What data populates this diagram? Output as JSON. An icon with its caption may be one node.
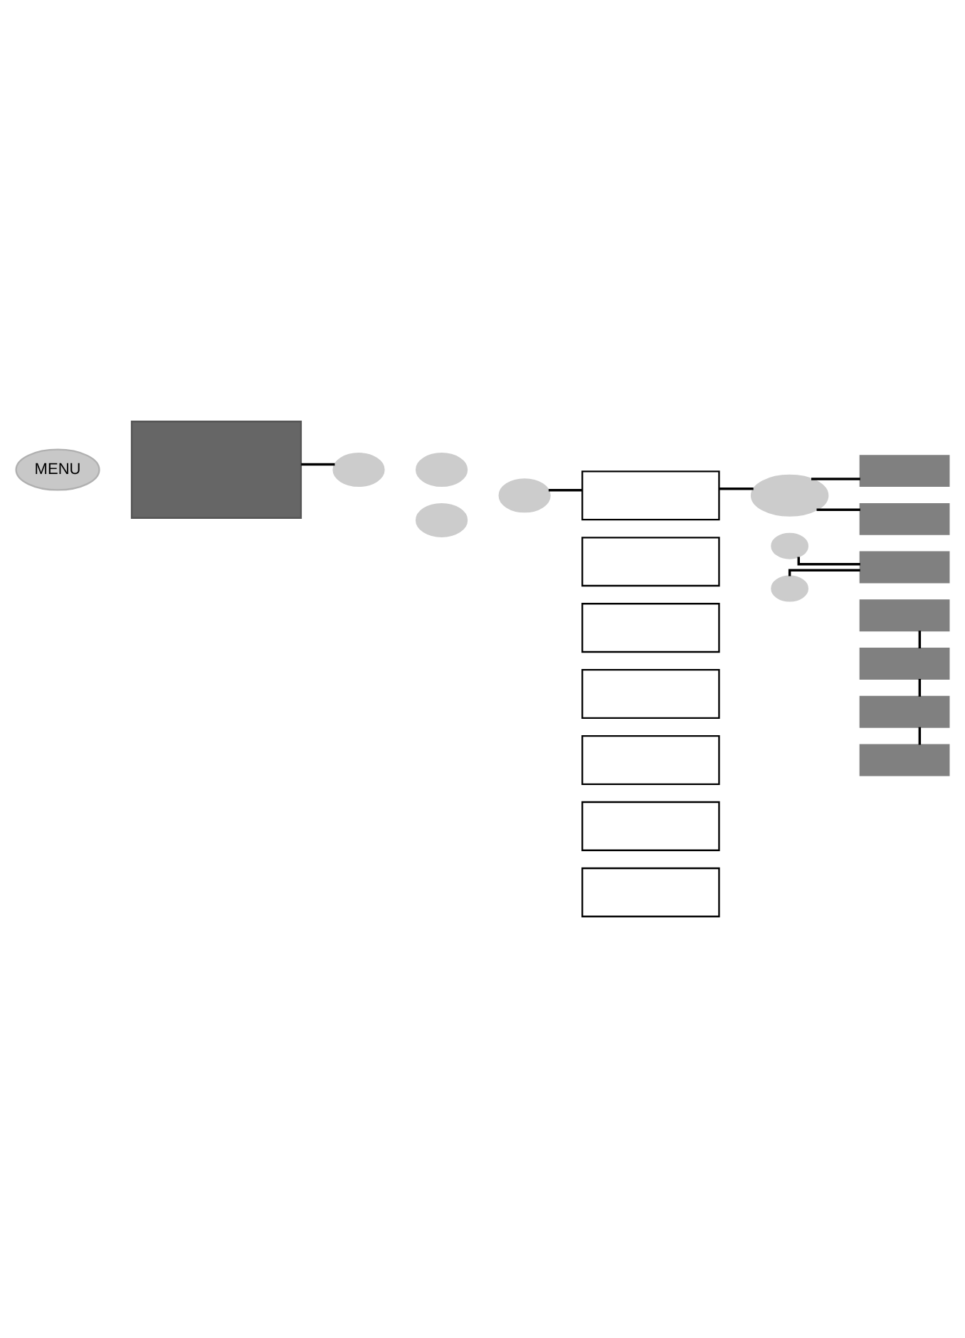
{
  "diagram": {
    "nodes": [
      {
        "text": [
          "MENU"
        ]
      },
      {
        "text": [],
        "shape": "box"
      },
      {
        "text": [],
        "shape": "ellipse"
      },
      {
        "text": [],
        "shape": "ellipse"
      },
      {
        "text": [],
        "shape": "ellipse"
      },
      {
        "text": [],
        "shape": "ellipse"
      },
      {
        "text": [],
        "shape": "box"
      },
      {
        "text": [],
        "shape": "box"
      },
      {
        "text": [],
        "shape": "box"
      },
      {
        "text": [],
        "shape": "box"
      },
      {
        "text": [],
        "shape": "box"
      },
      {
        "text": [],
        "shape": "box"
      },
      {
        "text": [],
        "shape": "box"
      },
      {
        "text": [],
        "shape": "ellipse"
      },
      {
        "text": [],
        "shape": "box"
      },
      {
        "text": [],
        "shape": "box"
      },
      {
        "text": [],
        "shape": "ellipse"
      },
      {
        "text": [],
        "shape": "ellipse"
      },
      {
        "text": [],
        "shape": "box"
      },
      {
        "text": [],
        "shape": "box"
      },
      {
        "text": [],
        "shape": "box"
      },
      {
        "text": [],
        "shape": "box"
      },
      {
        "text": [],
        "shape": "box"
      }
    ],
    "edges": [
      {
        "from": 1,
        "to": 3,
        "arrow": "none"
      },
      {
        "from": 4,
        "to": 6,
        "arrow": "none"
      },
      {
        "from": 6,
        "to": 13,
        "arrow": "none"
      },
      {
        "from": 13,
        "to": 14,
        "arrow": "none"
      },
      {
        "from": 13,
        "to": 15,
        "arrow": "none"
      },
      {
        "from": 16,
        "to": 18,
        "arrow": "none"
      },
      {
        "from": 17,
        "to": 18,
        "arrow": "none"
      },
      {
        "from": 19,
        "to": 20,
        "arrow": "none"
      },
      {
        "from": 20,
        "to": 21,
        "arrow": "none"
      },
      {
        "from": 21,
        "to": 22,
        "arrow": "none"
      }
    ]
  }
}
